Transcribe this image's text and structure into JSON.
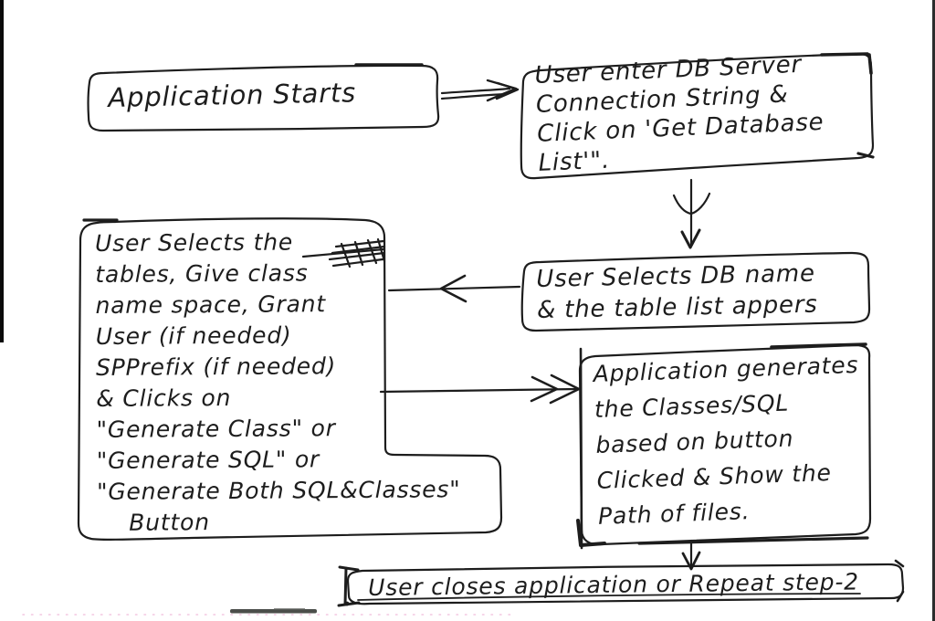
{
  "diagram": {
    "type": "flowchart",
    "style": "hand-drawn ink sketch on white paper",
    "ink_color": "#1d1d1d",
    "paper_color": "#ffffff",
    "artifact_colors": {
      "scan_strip": "#0a0a0a",
      "dotted_line_pink": "#efb9da",
      "smudge": "#2b2f2a"
    },
    "nodes": {
      "start": {
        "text": "Application Starts"
      },
      "enter_connection": {
        "text": "User enter DB Server\nConnection String &\nClick on 'Get Database\nList'\"."
      },
      "select_db": {
        "text": "User Selects DB name\n& the table list appers"
      },
      "select_tables": {
        "text": "User Selects the\ntables, Give class\nname space, Grant\nUser (if needed)\nSPPrefix (if needed)\n& Clicks on\n\"Generate Class\" or\n\"Generate SQL\" or\n\"Generate Both SQL&Classes\"\n    Button"
      },
      "generate": {
        "text": "Application generates\nthe Classes/SQL\nbased on button\nClicked & Show the\nPath of files."
      },
      "close": {
        "text": "User closes application or Repeat step-2"
      }
    },
    "edges": [
      {
        "from": "start",
        "to": "enter_connection",
        "style": "double-line right arrow"
      },
      {
        "from": "enter_connection",
        "to": "select_db",
        "style": "down arrow"
      },
      {
        "from": "select_db",
        "to": "select_tables",
        "style": "left arrow"
      },
      {
        "from": "select_tables",
        "to": "generate",
        "style": "right arrow"
      },
      {
        "from": "generate",
        "to": "close",
        "style": "down arrow"
      }
    ]
  }
}
